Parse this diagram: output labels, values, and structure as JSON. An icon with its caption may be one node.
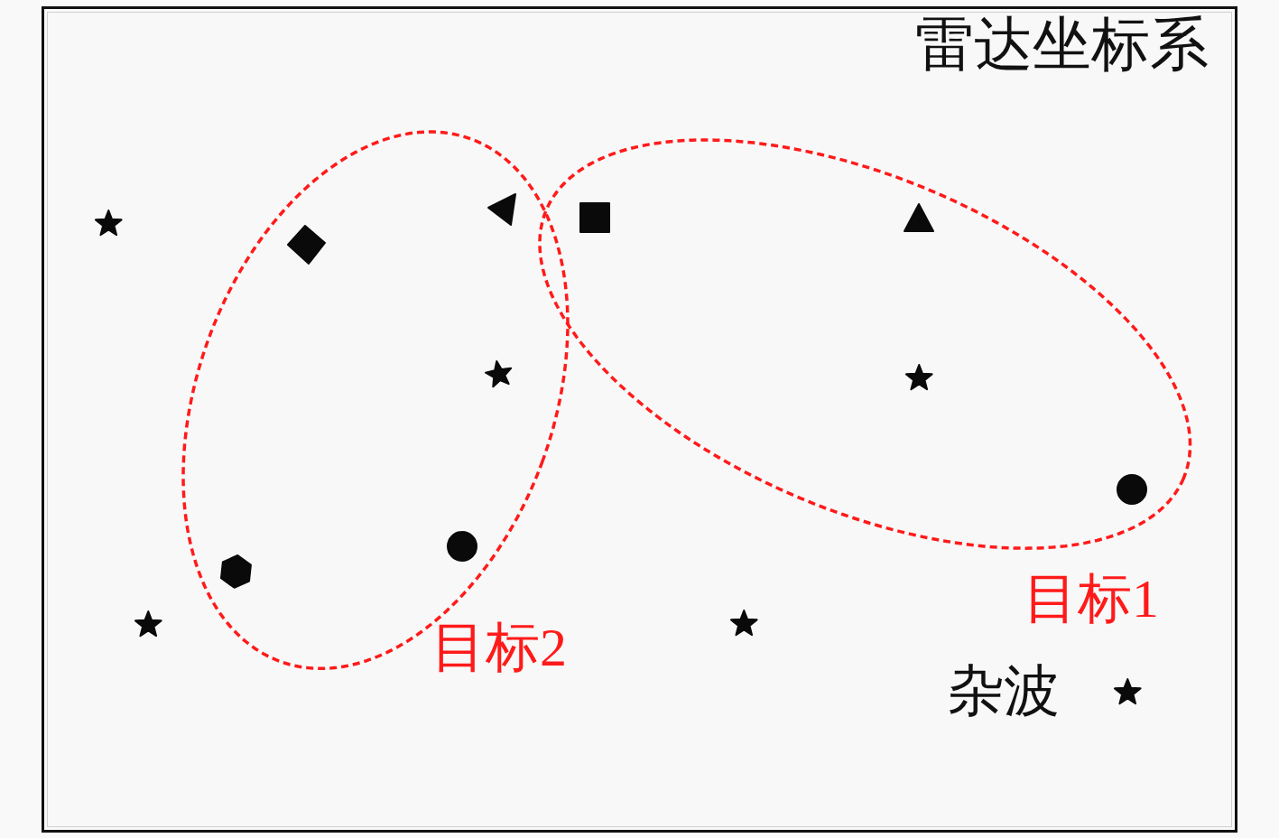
{
  "diagram": {
    "title": "雷达坐标系",
    "nodes": [
      {
        "text": [
          "目标2"
        ]
      },
      {
        "text": [
          "目标1"
        ]
      }
    ],
    "legend": [
      {
        "text": "杂波"
      }
    ]
  }
}
